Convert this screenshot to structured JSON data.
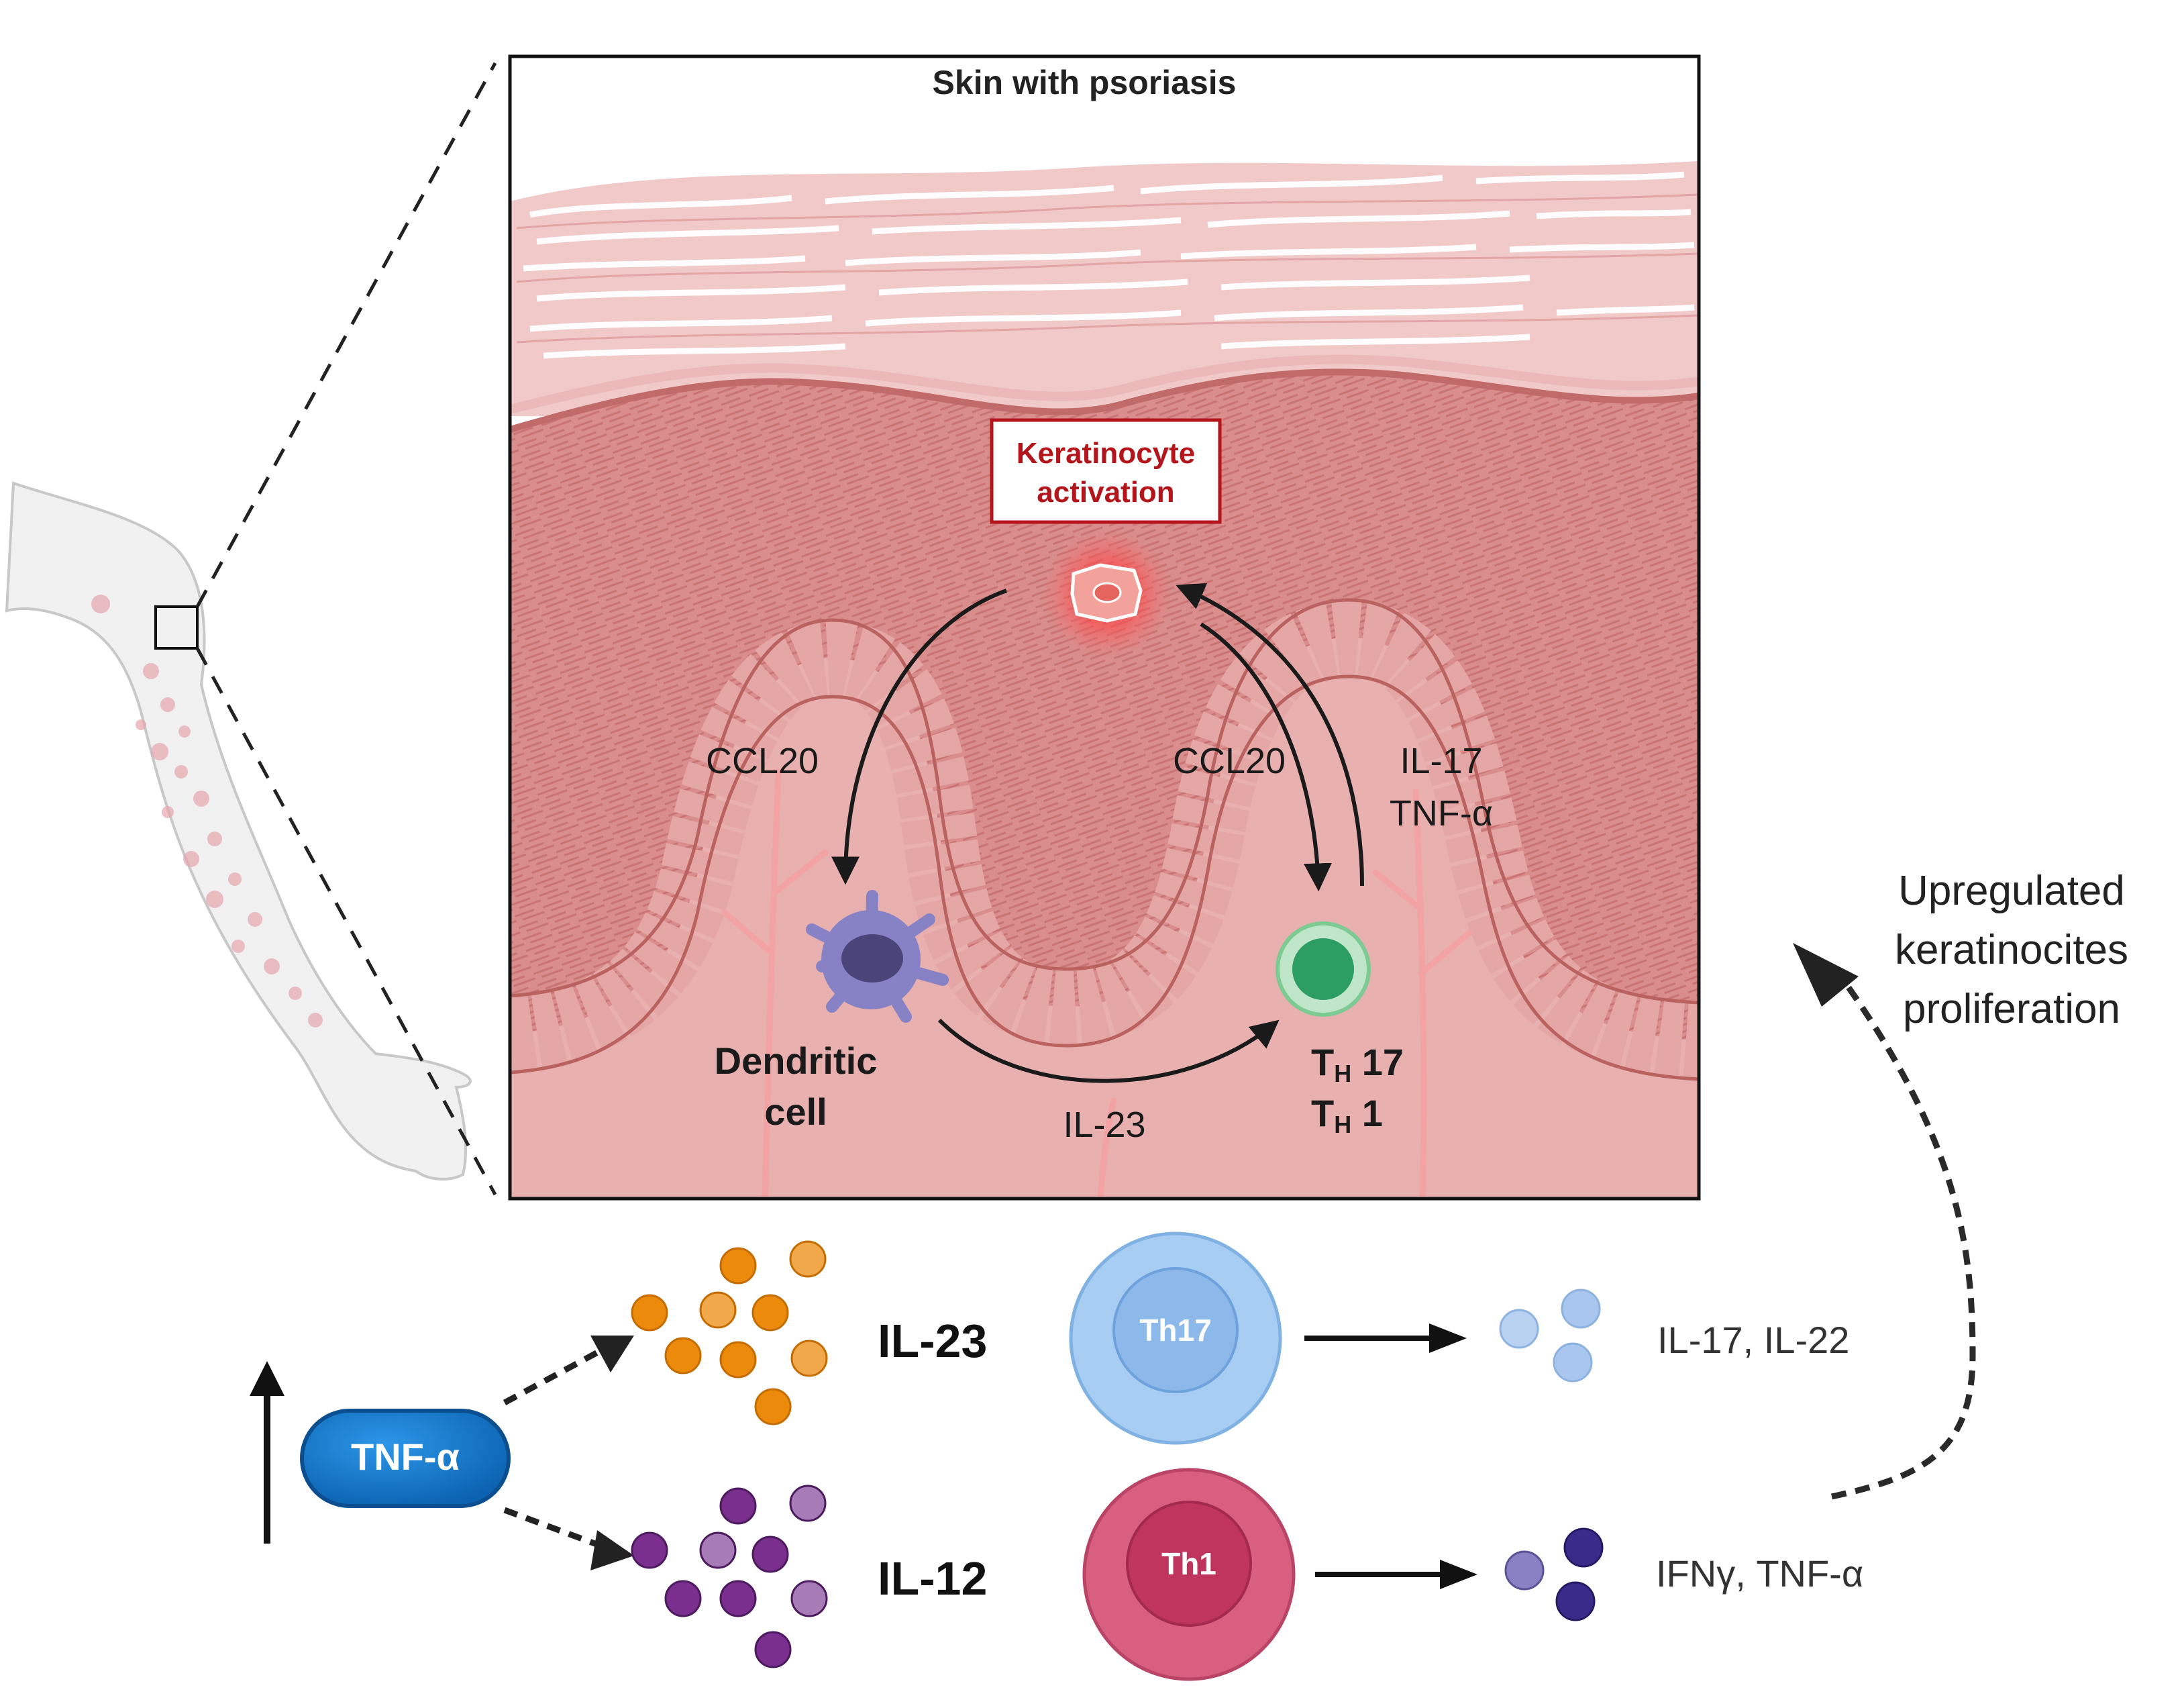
{
  "panel": {
    "title": "Skin with psoriasis",
    "keratinocyte_label_line1": "Keratinocyte",
    "keratinocyte_label_line2": "activation",
    "ccl20_left": "CCL20",
    "ccl20_right": "CCL20",
    "il17": "IL-17",
    "tnfa_panel": "TNF-α",
    "dendritic_line1": "Dendritic",
    "dendritic_line2": "cell",
    "th_main": "T",
    "th_sub": "H",
    "th17_num": " 17",
    "th1_num": " 1",
    "il23_panel": "IL-23"
  },
  "side": {
    "upregulated_line1": "Upregulated",
    "upregulated_line2": "keratinocites",
    "upregulated_line3": "proliferation"
  },
  "bottom": {
    "tnf_label": "TNF-α",
    "il23_label": "IL-23",
    "il12_label": "IL-12",
    "th17_cell": "Th17",
    "th1_cell": "Th1",
    "il17_il22": "IL-17, IL-22",
    "ifng_tnfa": "IFNγ, TNF-α"
  },
  "colors": {
    "tnf_fill": "#1f7fd0",
    "il23_orange": "#ec8a0c",
    "il12_purple": "#7a2f8f",
    "th17_outer": "#a7cdf3",
    "th17_inner": "#8db8ea",
    "th1_outer": "#d85f7f",
    "th1_inner": "#bf355e",
    "keratinocyte_red": "#b3151b",
    "skin_base": "#e9b6b3"
  }
}
